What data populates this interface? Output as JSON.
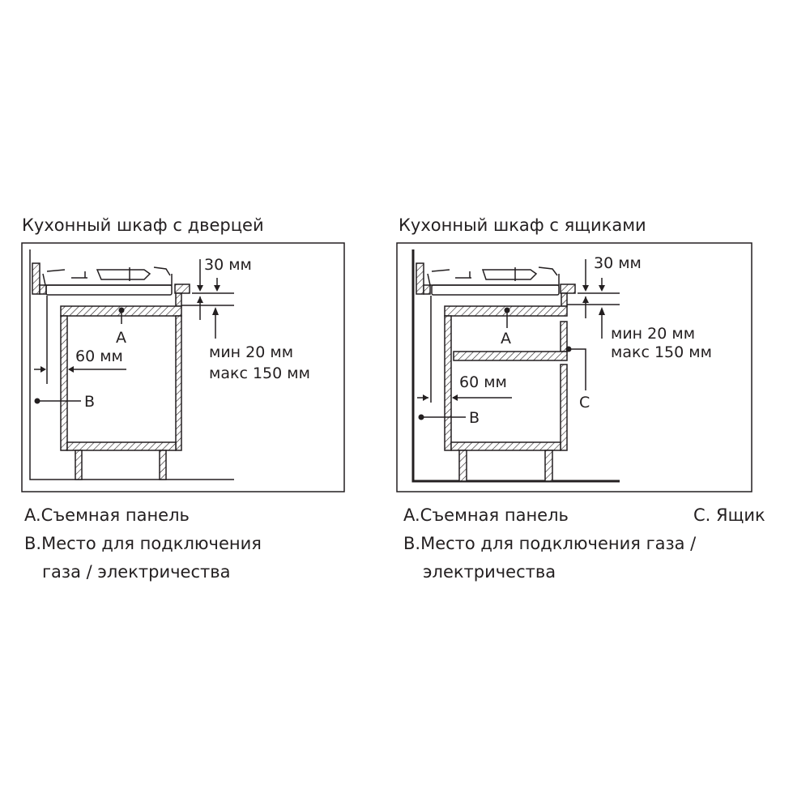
{
  "left": {
    "title": "Кухонный шкаф с дверцей",
    "dim_top": "30 мм",
    "dim_min": "мин 20 мм",
    "dim_max": "макс 150 мм",
    "dim_side": "60 мм",
    "label_a": "A",
    "label_b": "B",
    "legend": [
      "A.Съемная панель",
      "B.Место для подключения",
      "газа / электричества"
    ]
  },
  "right": {
    "title": "Кухонный шкаф с ящиками",
    "dim_top": "30 мм",
    "dim_min": "мин 20 мм",
    "dim_max": "макс 150 мм",
    "dim_side": "60 мм",
    "label_a": "A",
    "label_b": "B",
    "label_c": "C",
    "legend": [
      "A.Съемная панель",
      "C. Ящик",
      "B.Место для подключения газа /",
      "электричества"
    ]
  }
}
